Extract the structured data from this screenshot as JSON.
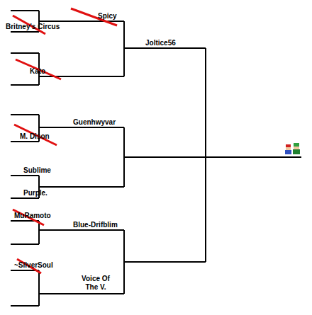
{
  "diagram": {
    "labels": [
      "Spicy",
      "Britney's Circus",
      "Joltice56",
      "Kato",
      "Guenhwyvar",
      "M. Dison",
      "Sublime",
      "Purple.",
      "MuRamoto",
      "Blue-Drifblim",
      "~SilverSoul",
      "Voice Of The V."
    ]
  }
}
